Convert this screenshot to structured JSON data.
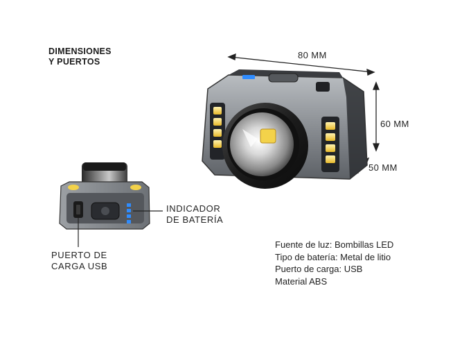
{
  "heading": {
    "line1": "DIMENSIONES",
    "line2": "Y PUERTOS"
  },
  "dimensions": {
    "width": "80 MM",
    "height": "60 MM",
    "depth": "50 MM"
  },
  "callouts": {
    "battery_indicator": {
      "line1": "INDICADOR",
      "line2": "DE BATERÍA"
    },
    "charging_port": {
      "line1": "PUERTO DE",
      "line2": "CARGA USB"
    }
  },
  "specs": [
    "Fuente de luz: Bombillas LED",
    "Tipo de batería: Metal de litio",
    "Puerto de carga: USB",
    "Material ABS"
  ],
  "colors": {
    "led": "#f3d24a",
    "battery_leds": "#2f8cff",
    "body": "#8c9094",
    "frame": "#2a2a2a"
  }
}
